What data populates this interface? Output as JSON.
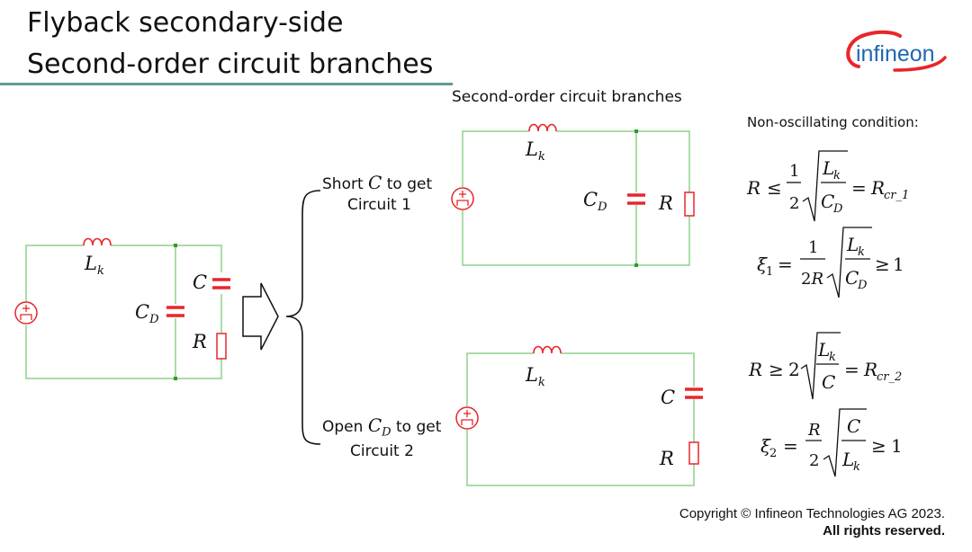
{
  "slide": {
    "title_line1": "Flyback secondary-side",
    "title_line2": "Second-order circuit branches",
    "logo_text": "infineon",
    "copyright": "Copyright © Infineon Technologies AG 2023.",
    "rights": "All rights reserved."
  },
  "main": {
    "branches_heading": "Second-order circuit branches",
    "condition_heading": "Non-oscillating condition:",
    "short_label": "Short",
    "short_symbol": "C",
    "short_suffix": "to get",
    "short_circuit": "Circuit 1",
    "open_label": "Open",
    "open_symbol": "C",
    "open_symbol_sub": "D",
    "open_suffix": "to get",
    "open_circuit": "Circuit 2"
  },
  "circuit_original": {
    "lk": "L",
    "lk_sub": "k",
    "cd": "C",
    "cd_sub": "D",
    "c": "C",
    "r": "R"
  },
  "circuit1": {
    "lk": "L",
    "lk_sub": "k",
    "cd": "C",
    "cd_sub": "D",
    "r": "R"
  },
  "circuit2": {
    "lk": "L",
    "lk_sub": "k",
    "c": "C",
    "r": "R"
  },
  "equations": {
    "eq1": "R ≤ ½·√(Lk/CD) = Rcr_1",
    "eq2": "ξ1 = 1/(2R)·√(Lk/CD) ≥ 1",
    "eq3": "R ≥ 2·√(Lk/C) = Rcr_2",
    "eq4": "ξ2 = R/2·√(C/Lk) ≥ 1"
  },
  "colors": {
    "wire": "#8fd18c",
    "component": "#e8262b",
    "node": "#2e9c2e",
    "title_rule": "#5f9b93",
    "logo": "#1f67b2",
    "logo_swoosh": "#e8262b"
  }
}
